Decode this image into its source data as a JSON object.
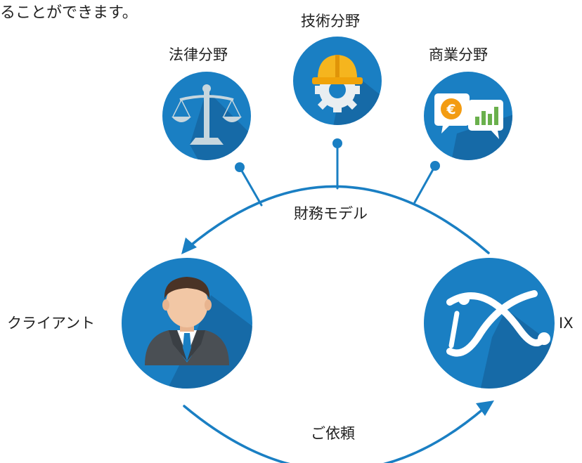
{
  "intro": {
    "text": "ることができます。"
  },
  "experts": {
    "legal": "法律分野",
    "tech": "技術分野",
    "commerce": "商業分野"
  },
  "flows": {
    "financial_model": "財務モデル",
    "request": "ご依頼"
  },
  "parties": {
    "client": "クライアント",
    "ix": "IX"
  },
  "colors": {
    "circle_blue": "#1a7fc3",
    "circle_shadow": "#1565a0",
    "line_blue": "#1a7fc3",
    "helmet_yellow": "#f5b51e",
    "euro_orange": "#f39c12",
    "chart_green": "#6ab04c",
    "scale_grey": "#c6d6de"
  },
  "icons": [
    "scales-icon",
    "hardhat-gear-icon",
    "speech-bubbles-chart-icon",
    "businessman-icon",
    "ix-logo-icon"
  ]
}
